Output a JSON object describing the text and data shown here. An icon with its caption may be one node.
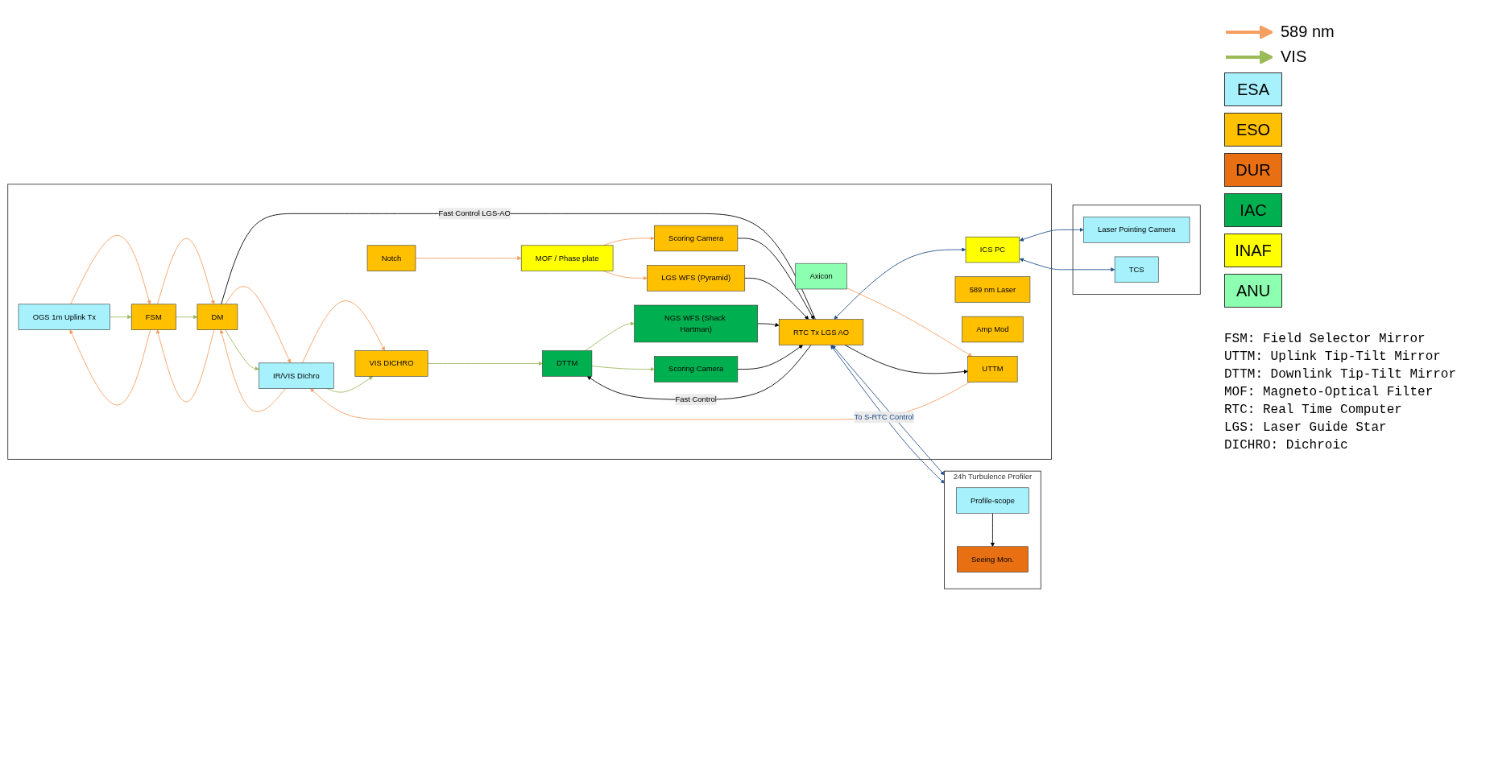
{
  "diagram": {
    "nodes": [
      {
        "text": [],
        "shape": "box"
      },
      {
        "text": [
          "Laser Pointing Camera"
        ],
        "in": 0
      },
      {
        "text": [
          "TCS"
        ],
        "in": 0
      },
      {
        "text": [
          "24h Turbulence Profiler"
        ]
      },
      {
        "text": [
          "Profile-scope"
        ],
        "in": 3
      },
      {
        "text": [
          "Seeing Mon."
        ],
        "in": 3
      },
      {
        "text": [],
        "shape": "box"
      },
      {
        "text": [
          "ICS PC"
        ],
        "in": 6
      },
      {
        "text": [
          "OGS 1m Uplink Tx"
        ],
        "in": 6
      },
      {
        "text": [
          "FSM"
        ],
        "in": 6
      },
      {
        "text": [
          "DM"
        ],
        "in": 6
      },
      {
        "text": [
          "IR/VIS DIchro"
        ],
        "in": 6
      },
      {
        "text": [
          "589 nm Laser"
        ],
        "in": 6
      },
      {
        "text": [
          "Amp Mod"
        ],
        "in": 6
      },
      {
        "text": [
          "Axicon"
        ],
        "in": 6
      },
      {
        "text": [
          "UTTM"
        ],
        "in": 6
      },
      {
        "text": [
          "VIS DICHRO"
        ],
        "in": 6
      },
      {
        "text": [
          "Notch"
        ],
        "in": 6
      },
      {
        "text": [
          "MOF / Phase plate"
        ],
        "in": 6
      },
      {
        "text": [
          "Scoring Camera"
        ],
        "in": 6
      },
      {
        "text": [
          "LGS WFS (Pyramid)"
        ],
        "in": 6
      },
      {
        "text": [
          "DTTM"
        ],
        "in": 6
      },
      {
        "text": [
          "NGS WFS (Shack Hartman)"
        ],
        "in": 6
      },
      {
        "text": [
          "Scoring Camera"
        ],
        "in": 6
      },
      {
        "text": [
          "RTC Tx LGS AO"
        ],
        "in": 6
      }
    ],
    "edges": [
      {
        "from": 7,
        "to": 1,
        "arrow": "both",
        "color": "#1f4e8c"
      },
      {
        "from": 7,
        "to": 2,
        "arrow": "both",
        "color": "#1f4e8c"
      },
      {
        "from": 4,
        "to": 5,
        "arrow": "to",
        "color": "#000000"
      },
      {
        "from": 24,
        "to": 7,
        "arrow": "both",
        "color": "#1f4e8c"
      },
      {
        "from": 24,
        "to": 3,
        "arrow": "both",
        "color": "#1f4e8c"
      },
      {
        "from": 24,
        "to": 3,
        "arrow": "both",
        "label": "To S-RTC Control",
        "color": "#1f4e8c"
      },
      {
        "from": 14,
        "to": 15,
        "arrow": "to",
        "color": "#f79f60"
      },
      {
        "from": 15,
        "to": 11,
        "arrow": "to",
        "color": "#f79f60"
      },
      {
        "from": 11,
        "to": 10,
        "arrow": "to",
        "color": "#f79f60"
      },
      {
        "from": 10,
        "to": 9,
        "arrow": "to",
        "color": "#f79f60"
      },
      {
        "from": 9,
        "to": 8,
        "arrow": "to",
        "color": "#f79f60"
      },
      {
        "from": 8,
        "to": 9,
        "arrow": "to",
        "color": "#f79f60"
      },
      {
        "from": 9,
        "to": 10,
        "arrow": "to",
        "color": "#f79f60"
      },
      {
        "from": 10,
        "to": 11,
        "arrow": "to",
        "color": "#f79f60"
      },
      {
        "from": 11,
        "to": 16,
        "arrow": "to",
        "color": "#f79f60"
      },
      {
        "from": 17,
        "to": 18,
        "arrow": "to",
        "color": "#f79f60"
      },
      {
        "from": 18,
        "to": 19,
        "arrow": "to",
        "color": "#f79f60"
      },
      {
        "from": 18,
        "to": 20,
        "arrow": "to",
        "color": "#f79f60"
      },
      {
        "from": 8,
        "to": 9,
        "arrow": "to",
        "color": "#9bbb59"
      },
      {
        "from": 9,
        "to": 10,
        "arrow": "to",
        "color": "#9bbb59"
      },
      {
        "from": 10,
        "to": 11,
        "arrow": "to",
        "color": "#9bbb59"
      },
      {
        "from": 11,
        "to": 16,
        "arrow": "to",
        "color": "#9bbb59"
      },
      {
        "from": 16,
        "to": 21,
        "arrow": "to",
        "color": "#9bbb59"
      },
      {
        "from": 21,
        "to": 22,
        "arrow": "to",
        "color": "#9bbb59"
      },
      {
        "from": 21,
        "to": 23,
        "arrow": "to",
        "color": "#9bbb59"
      },
      {
        "from": 10,
        "to": 24,
        "arrow": "none",
        "label": "Fast Control LGS-AO",
        "color": "#000000"
      },
      {
        "from": 19,
        "to": 24,
        "arrow": "to",
        "color": "#000000"
      },
      {
        "from": 20,
        "to": 24,
        "arrow": "to",
        "color": "#000000"
      },
      {
        "from": 22,
        "to": 24,
        "arrow": "to",
        "color": "#000000"
      },
      {
        "from": 23,
        "to": 24,
        "arrow": "to",
        "color": "#000000"
      },
      {
        "from": 24,
        "to": 15,
        "arrow": "to",
        "color": "#000000"
      },
      {
        "from": 24,
        "to": 21,
        "arrow": "to",
        "label": "Fast Control",
        "color": "#000000"
      }
    ],
    "labels": [
      "FSM: Field Selector Mirror",
      "UTTM: Uplink Tip-Tilt Mirror",
      "DTTM: Downlink Tip-Tilt Mirror",
      "MOF: Magneto-Optical Filter",
      "RTC: Real Time Computer",
      "LGS: Laser Guide Star",
      "DICHRO: Dichroic"
    ],
    "legend": [
      {
        "text": "589 nm"
      },
      {
        "text": "VIS"
      },
      {
        "text": "ESA",
        "color": "#a6f1fc"
      },
      {
        "text": "ESO",
        "color": "#ffc000"
      },
      {
        "text": "DUR",
        "color": "#e97012"
      },
      {
        "text": "IAC",
        "color": "#00b050"
      },
      {
        "text": "INAF",
        "color": "#ffff00"
      },
      {
        "text": "ANU",
        "color": "#8cffb0"
      }
    ]
  }
}
